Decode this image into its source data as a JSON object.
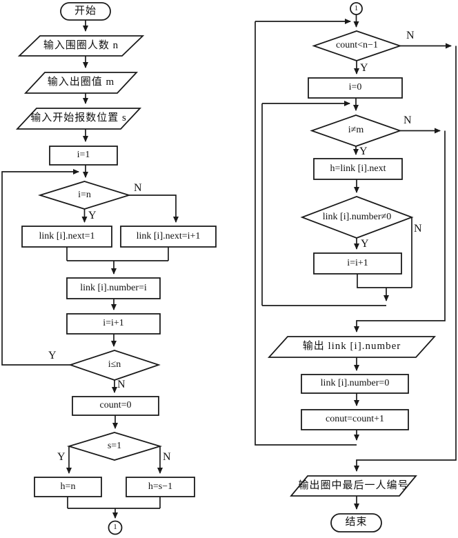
{
  "diagram_type": "flowchart",
  "labels": {
    "yes": "Y",
    "no": "N"
  },
  "connector": {
    "symbol": "1"
  },
  "colors": {
    "background": "#ffffff",
    "stroke": "#1a1a1a",
    "shape_fill": "#ffffff",
    "text": "#111111"
  },
  "nodes": {
    "start": "开始",
    "input_n": "输入围圈人数 n",
    "input_m": "输入出圈值 m",
    "input_s": "输入开始报数位置 s",
    "init_i": "i=1",
    "check_i_eq_n": "i=n",
    "set_next_one": "link [i].next=1",
    "set_next_inc": "link [i].next=i+1",
    "set_number": "link [i].number=i",
    "inc_i": "i=i+1",
    "check_i_le_n": "i≤n",
    "init_count": "count=0",
    "check_s": "s=1",
    "h_n": "h=n",
    "h_s1": "h=s−1",
    "check_count": "count<n−1",
    "reset_i": "i=0",
    "check_i_m": "i≠m",
    "advance_h": "h=link [i].next",
    "check_number": "link [i].number≠0",
    "inc_i2": "i=i+1",
    "out_number": "输出 link [i].number",
    "clear_number": "link [i].number=0",
    "inc_count": "conut=count+1",
    "out_last": "输出圈中最后一人编号",
    "end": "结束"
  }
}
